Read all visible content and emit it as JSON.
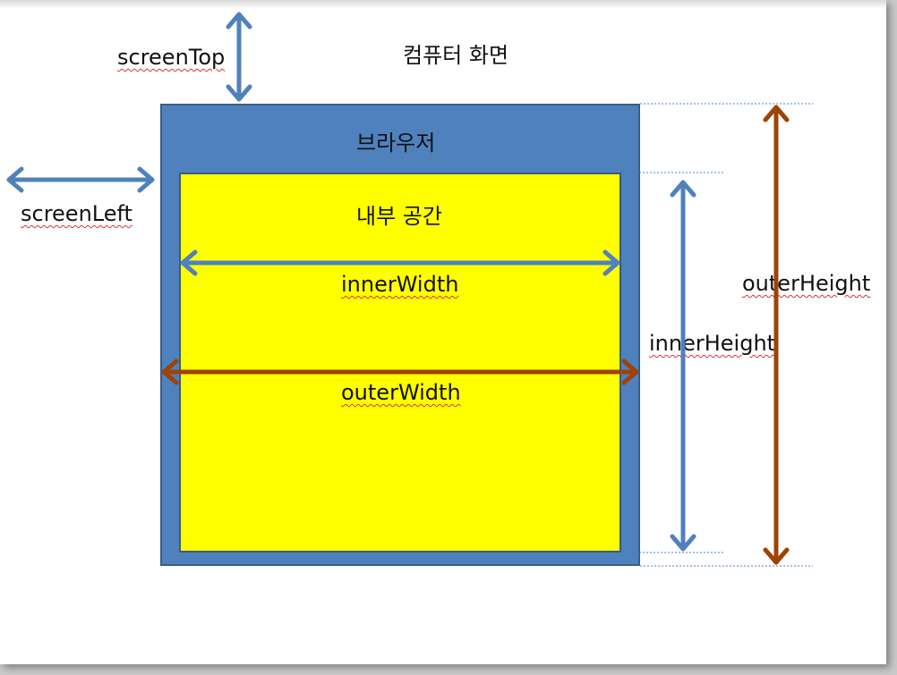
{
  "labels": {
    "screen": "컴퓨터 화면",
    "browser": "브라우저",
    "inner_space": "내부 공간",
    "screen_top": "screenTop",
    "screen_left": "screenLeft",
    "inner_width": "innerWidth",
    "outer_width": "outerWidth",
    "inner_height": "innerHeight",
    "outer_height": "outerHeight"
  },
  "colors": {
    "browser_fill": "#4f81bd",
    "inner_fill": "#ffff00",
    "blue_arrow": "#4f81bd",
    "brown_arrow": "#9c4306"
  }
}
